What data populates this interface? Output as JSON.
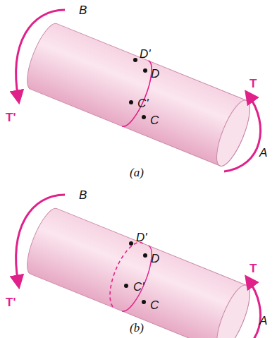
{
  "diagram": {
    "labels": [
      "B",
      "T'",
      "D'",
      "D",
      "C'",
      "C",
      "T",
      "A",
      "(a)",
      "B",
      "T'",
      "D'",
      "D",
      "C'",
      "C",
      "T",
      "A",
      "(b)"
    ]
  }
}
